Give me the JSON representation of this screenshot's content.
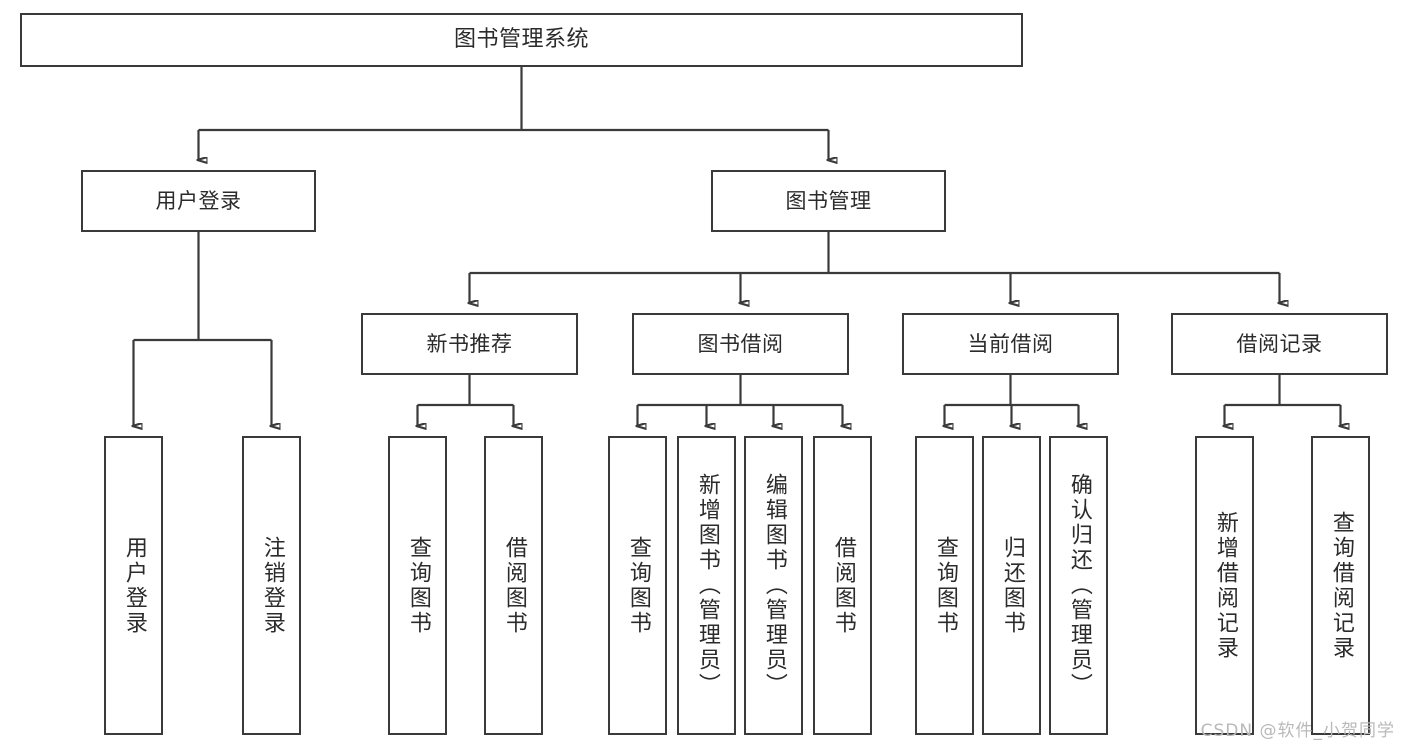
{
  "diagram": {
    "type": "tree",
    "title": "图书管理系统",
    "orientation": "top-down",
    "colors": {
      "box_border": "#3a3a3a",
      "box_fill": "#ffffff",
      "text": "#2b2b2b",
      "edge": "#3a3a3a",
      "watermark": "#b9b9b9",
      "background": "#ffffff"
    },
    "nodes": {
      "root": {
        "label": "图书管理系统"
      },
      "level2": [
        {
          "label": "用户登录"
        },
        {
          "label": "图书管理"
        }
      ],
      "level3": [
        {
          "label": "新书推荐"
        },
        {
          "label": "图书借阅"
        },
        {
          "label": "当前借阅"
        },
        {
          "label": "借阅记录"
        }
      ],
      "leaves_user_login": [
        {
          "label": "用户登录"
        },
        {
          "label": "注销登录"
        }
      ],
      "leaves_new_book": [
        {
          "label": "查询图书"
        },
        {
          "label": "借阅图书"
        }
      ],
      "leaves_borrow": [
        {
          "label": "查询图书"
        },
        {
          "label": "新增图书（管理员）"
        },
        {
          "label": "编辑图书（管理员）"
        },
        {
          "label": "借阅图书"
        }
      ],
      "leaves_current": [
        {
          "label": "查询图书"
        },
        {
          "label": "归还图书"
        },
        {
          "label": "确认归还（管理员）"
        }
      ],
      "leaves_record": [
        {
          "label": "新增借阅记录"
        },
        {
          "label": "查询借阅记录"
        }
      ]
    }
  },
  "watermark": {
    "text": "CSDN @软件_小贺同学"
  }
}
